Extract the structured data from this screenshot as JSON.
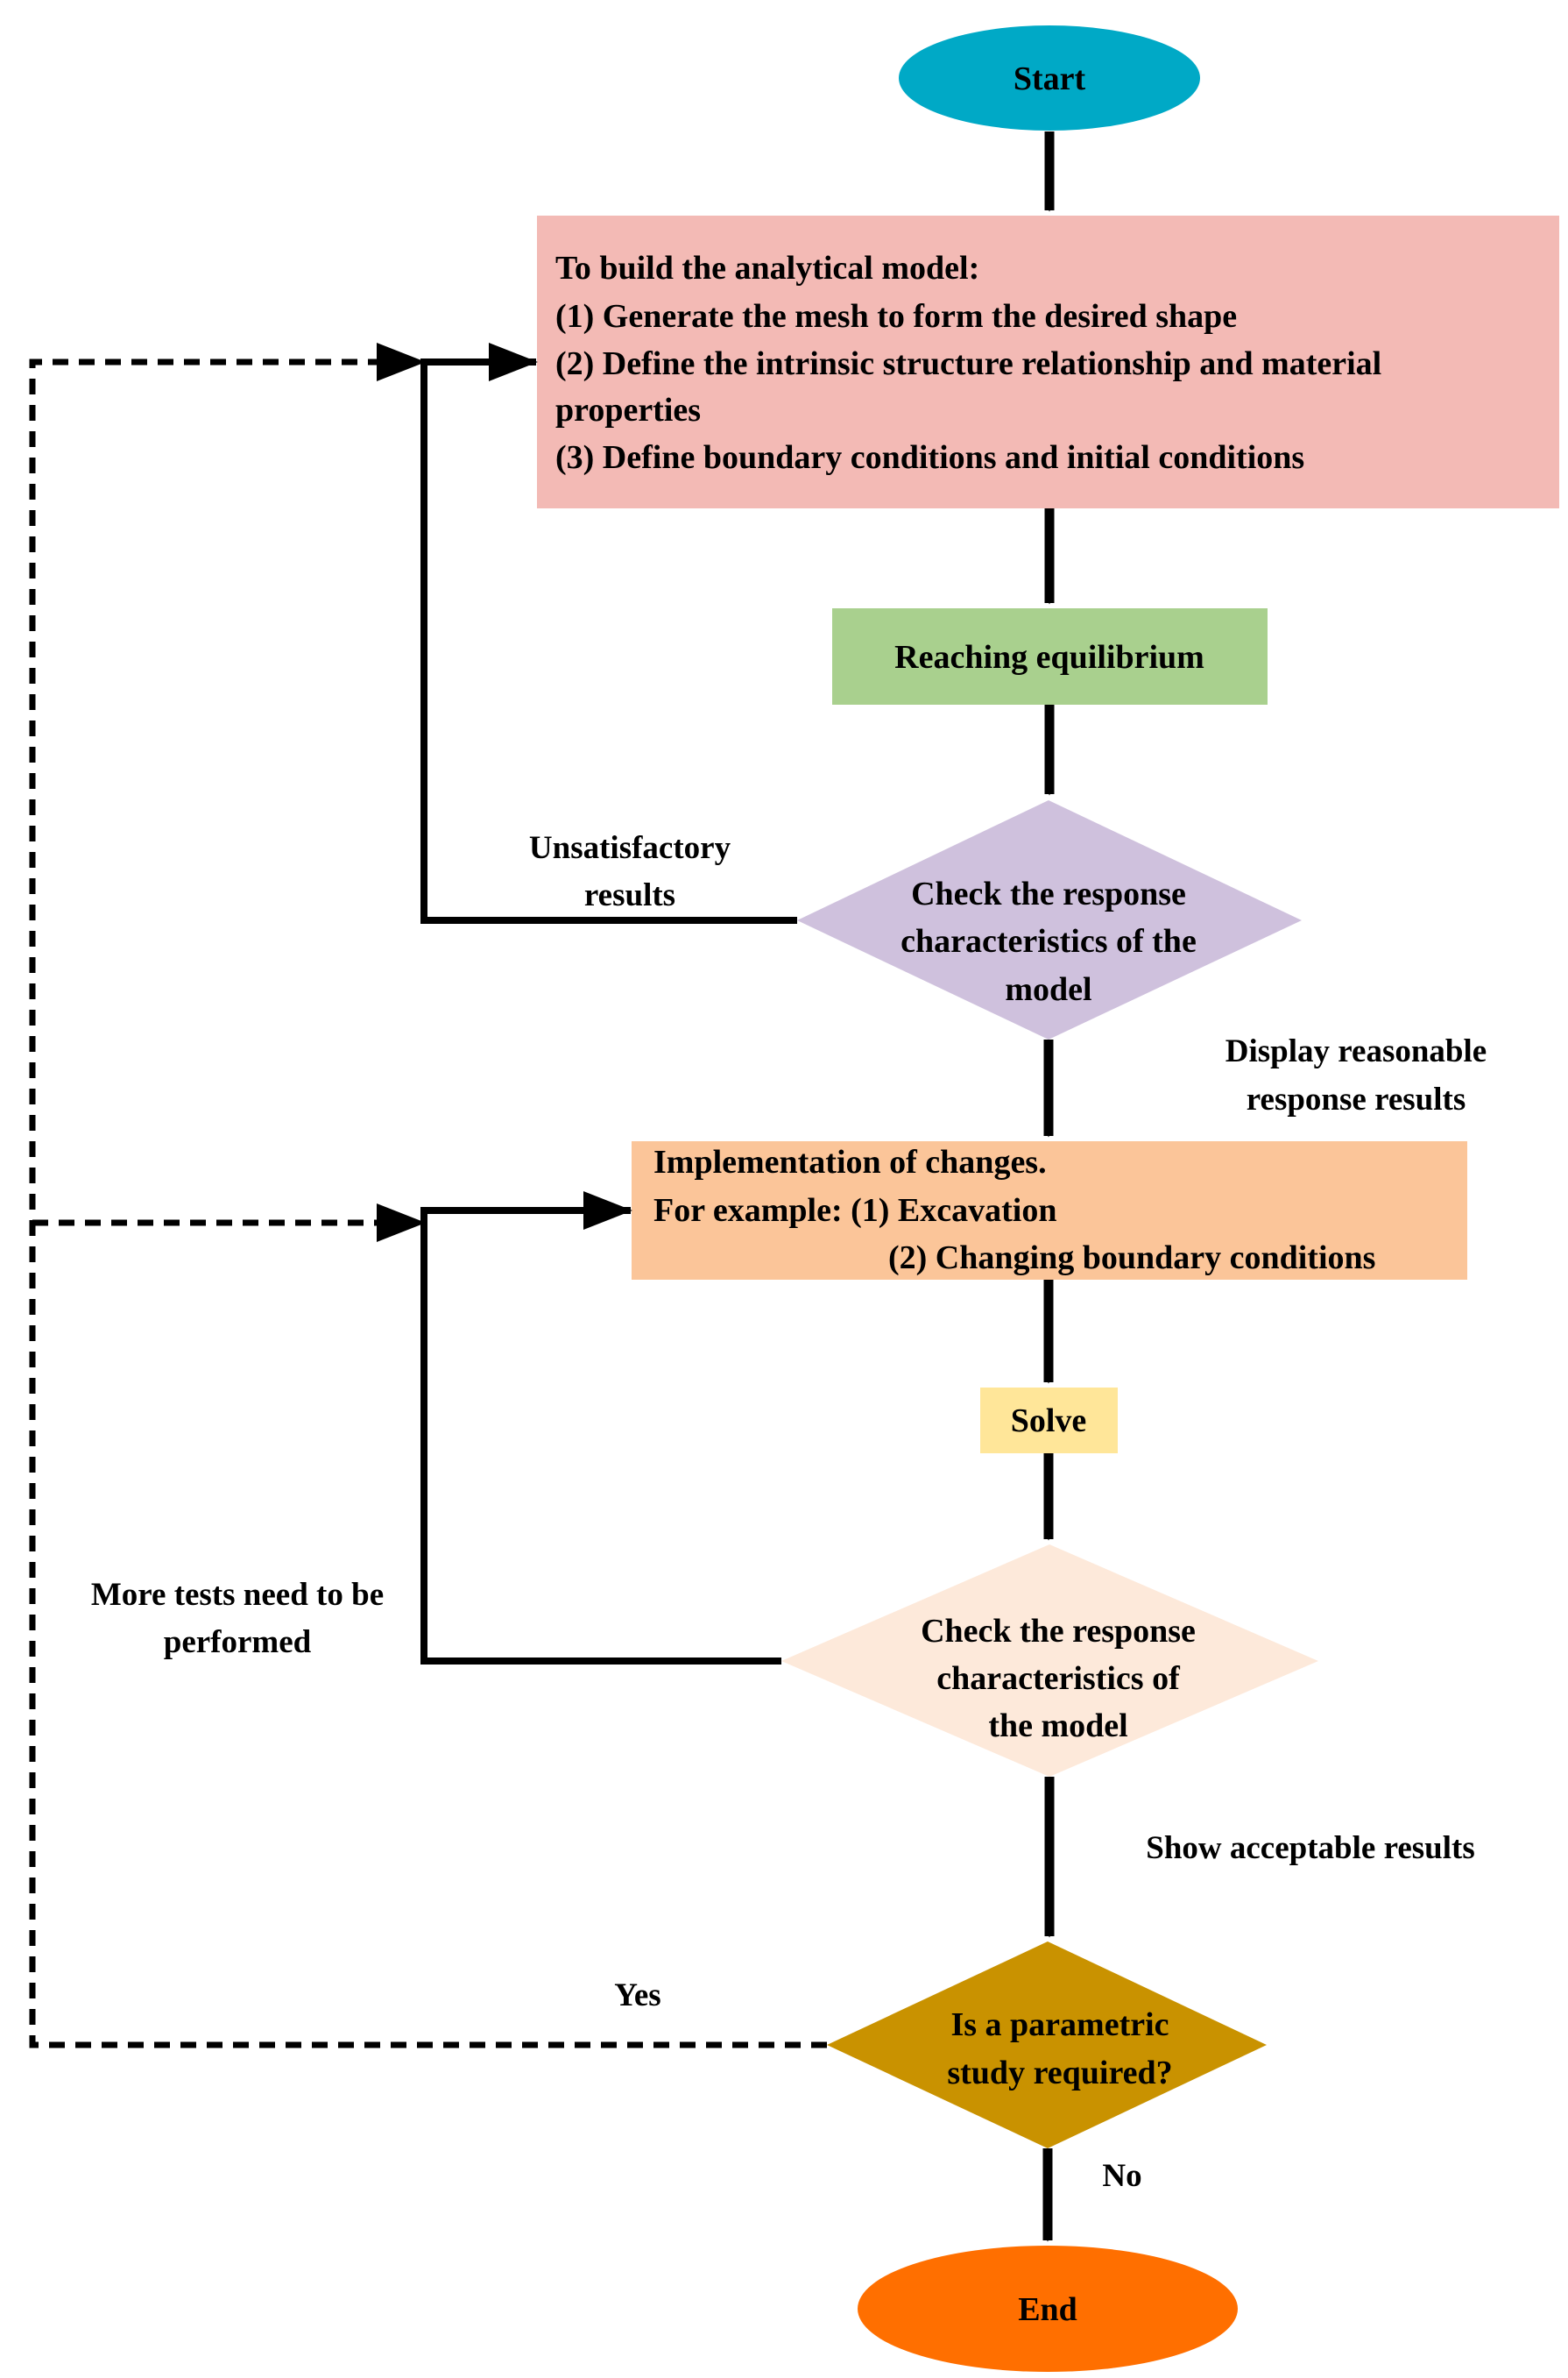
{
  "nodes": {
    "start": {
      "label": "Start",
      "fill": "#00a9c6"
    },
    "build_model": {
      "lines": [
        "To build the analytical model:",
        "(1) Generate the mesh to form the desired shape",
        "(2) Define the intrinsic structure relationship and material",
        "properties",
        "(3) Define boundary conditions and initial conditions"
      ],
      "fill": "#f3bab5"
    },
    "equilibrium": {
      "label": "Reaching equilibrium",
      "fill": "#a9d08e"
    },
    "check1": {
      "lines": [
        "Check the response",
        "characteristics of the",
        "model"
      ],
      "fill": "#cfc1dd"
    },
    "changes": {
      "lines": [
        "Implementation of changes.",
        "For example: (1) Excavation",
        "(2) Changing boundary conditions"
      ],
      "fill": "#fbc599"
    },
    "solve": {
      "label": "Solve",
      "fill": "#ffe699"
    },
    "check2": {
      "lines": [
        "Check the response",
        "characteristics of",
        "the model"
      ],
      "fill": "#fde9da"
    },
    "parametric": {
      "lines": [
        "Is a parametric",
        "study required?"
      ],
      "fill": "#c99200"
    },
    "end": {
      "label": "End",
      "fill": "#ff6f00"
    }
  },
  "edge_labels": {
    "unsatisfactory": [
      "Unsatisfactory",
      "results"
    ],
    "reasonable": [
      "Display reasonable",
      "response results"
    ],
    "more_tests": [
      "More tests need to be",
      "performed"
    ],
    "acceptable": "Show acceptable results",
    "yes": "Yes",
    "no": "No"
  }
}
